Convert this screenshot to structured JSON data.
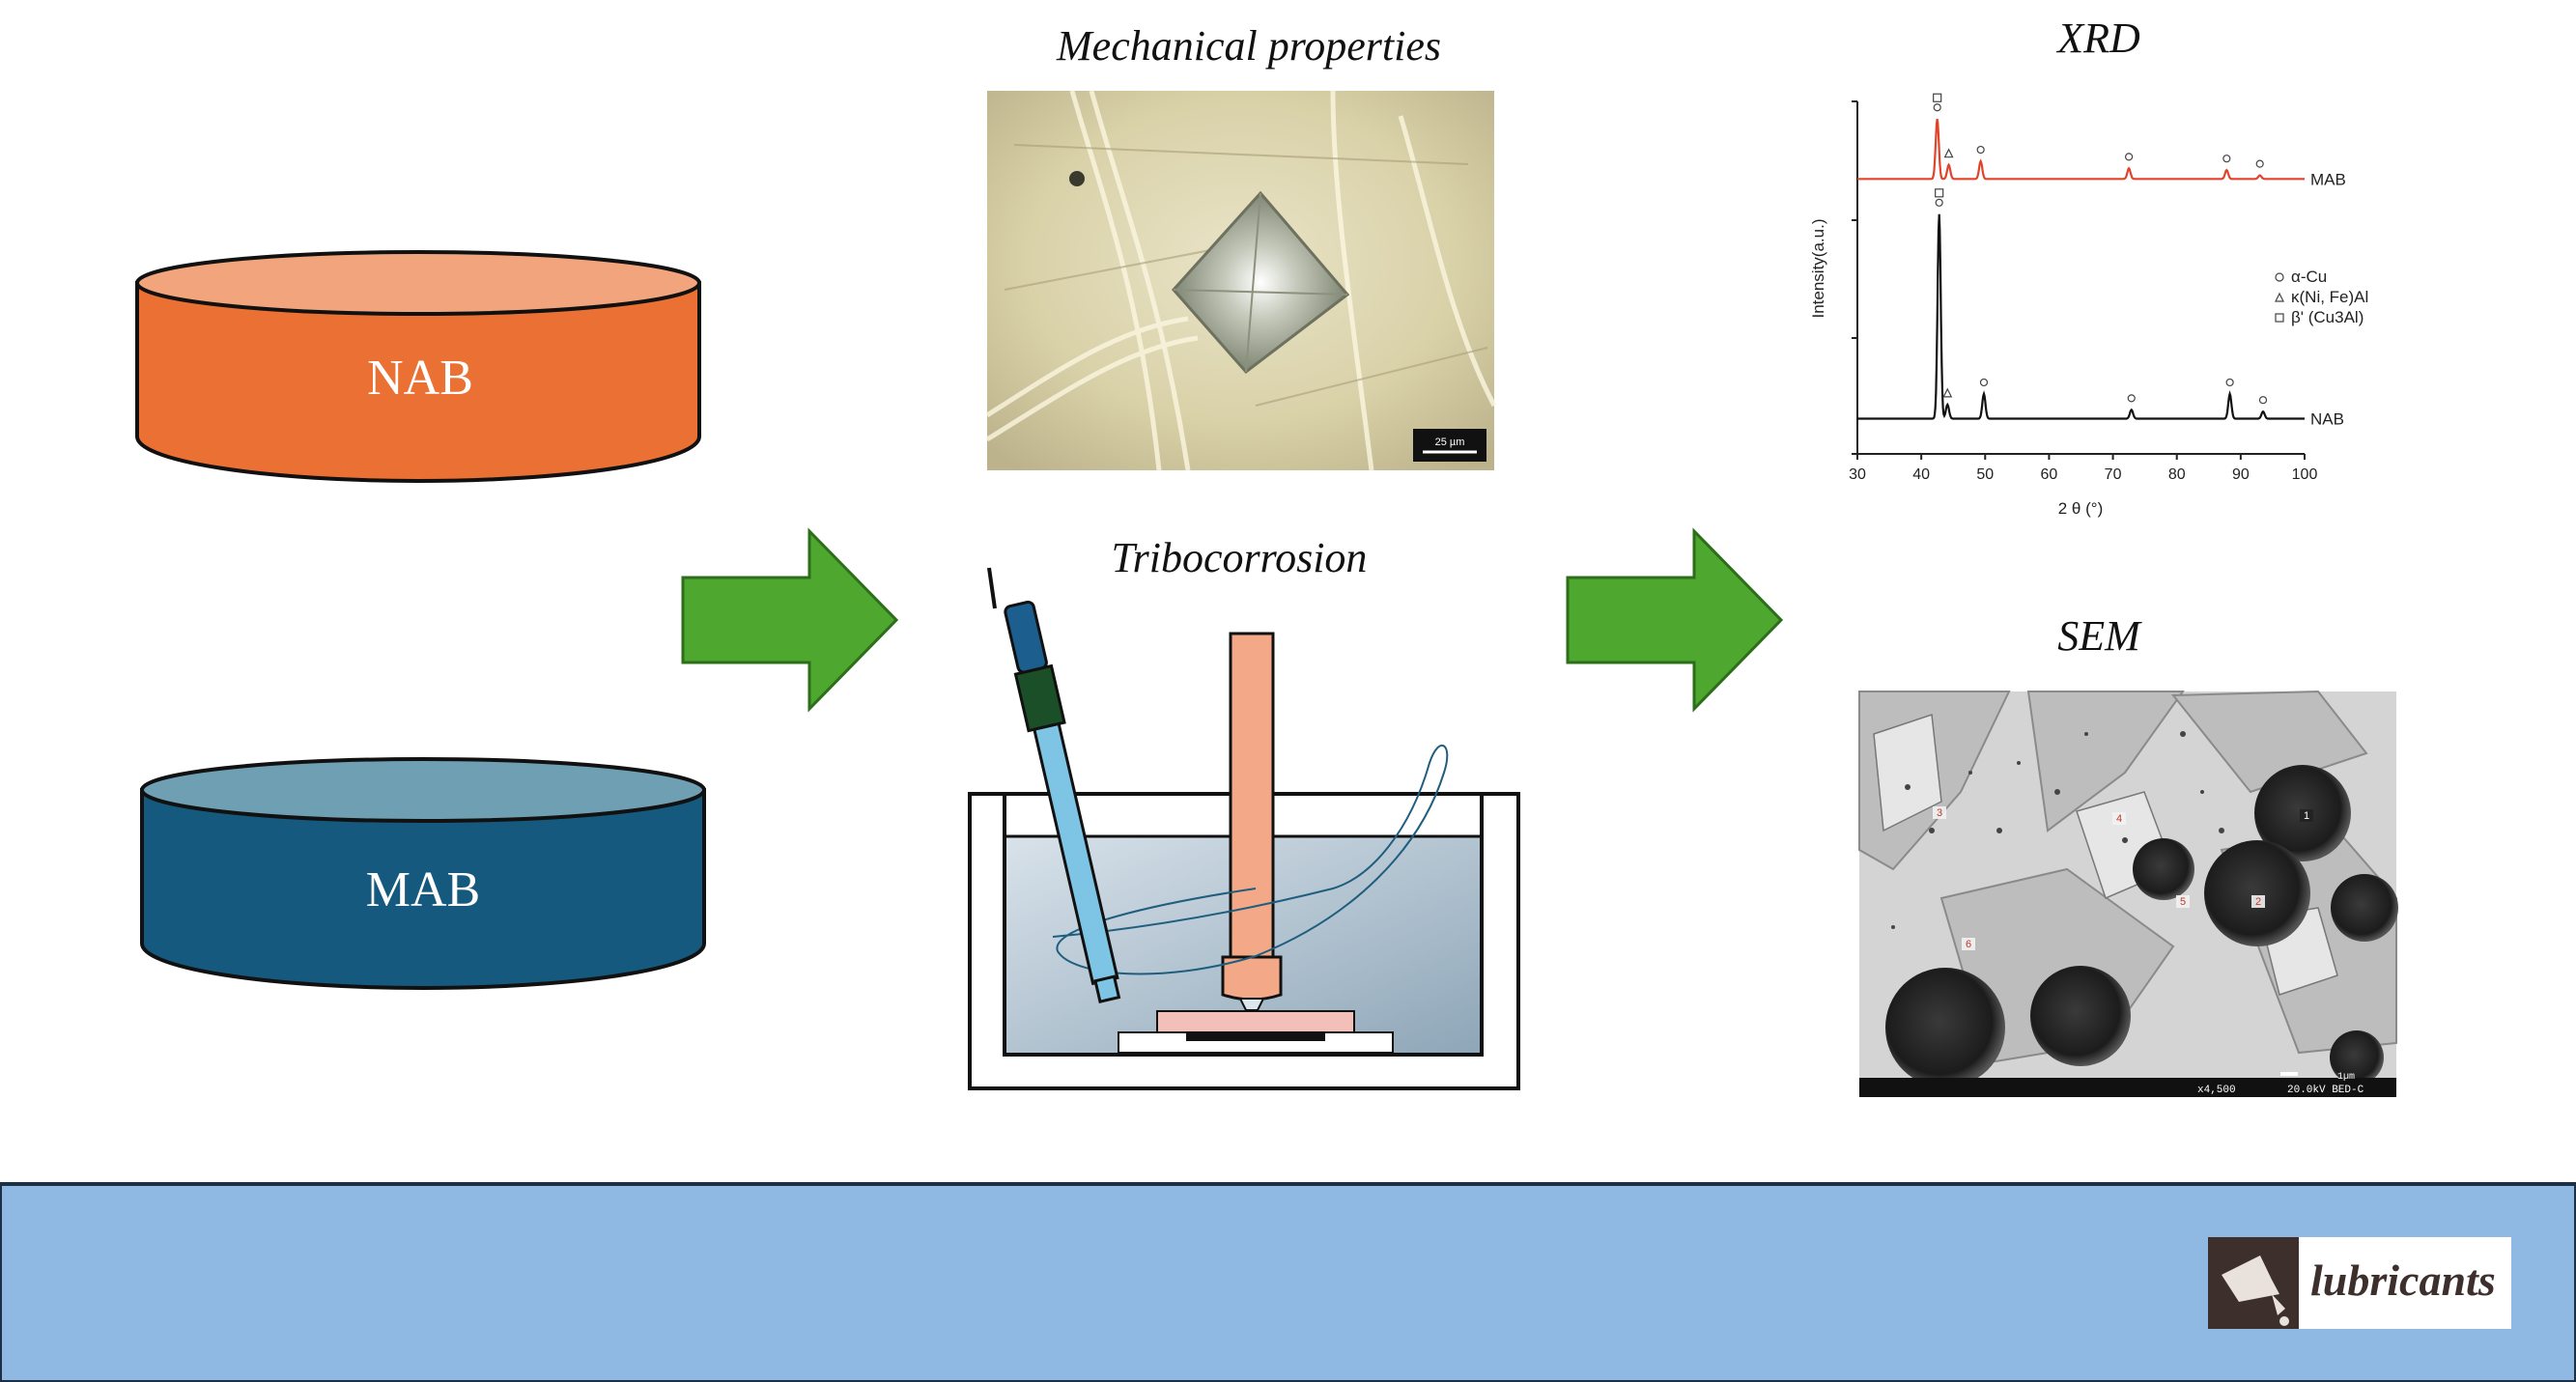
{
  "samples": [
    {
      "label": "NAB",
      "body_color": "#eb7033",
      "top_color": "#f2a57c"
    },
    {
      "label": "MAB",
      "body_color": "#155a7e",
      "top_color": "#6e9fb3"
    }
  ],
  "sections": {
    "mechanical": {
      "title": "Mechanical properties",
      "scale_bar": "25 µm"
    },
    "tribocorrosion": {
      "title": "Tribocorrosion"
    },
    "xrd": {
      "title": "XRD"
    },
    "sem": {
      "title": "SEM",
      "footer_mag": "x4,500",
      "footer_info": "20.0kV BED-C",
      "scale": "1µm"
    }
  },
  "sem_labels": [
    "1",
    "2",
    "3",
    "4",
    "5",
    "6"
  ],
  "arrow_color": "#4ea72e",
  "footer": {
    "band_color": "#8fb8e3",
    "logo_text": "lubricants"
  },
  "chart_data": {
    "type": "line",
    "title": "XRD",
    "xlabel": "2 θ (°)",
    "ylabel": "Intensity(a.u.)",
    "xlim": [
      30,
      100
    ],
    "x_ticks": [
      30,
      40,
      50,
      60,
      70,
      80,
      90,
      100
    ],
    "series": [
      {
        "name": "MAB",
        "color": "#e0442a",
        "baseline": 0.78,
        "peaks": [
          [
            42.5,
            0.17
          ],
          [
            44.3,
            0.04
          ],
          [
            49.3,
            0.05
          ],
          [
            72.5,
            0.03
          ],
          [
            87.8,
            0.025
          ],
          [
            93.0,
            0.01
          ]
        ]
      },
      {
        "name": "NAB",
        "color": "#111111",
        "baseline": 0.1,
        "peaks": [
          [
            42.8,
            0.58
          ],
          [
            44.1,
            0.04
          ],
          [
            49.8,
            0.07
          ],
          [
            72.9,
            0.025
          ],
          [
            88.3,
            0.07
          ],
          [
            93.5,
            0.02
          ]
        ]
      }
    ],
    "legend": [
      {
        "symbol": "circle",
        "label": "α-Cu"
      },
      {
        "symbol": "triangle",
        "label": "κ(Ni, Fe)Al"
      },
      {
        "symbol": "square",
        "label": "β' (Cu3Al)"
      }
    ]
  }
}
